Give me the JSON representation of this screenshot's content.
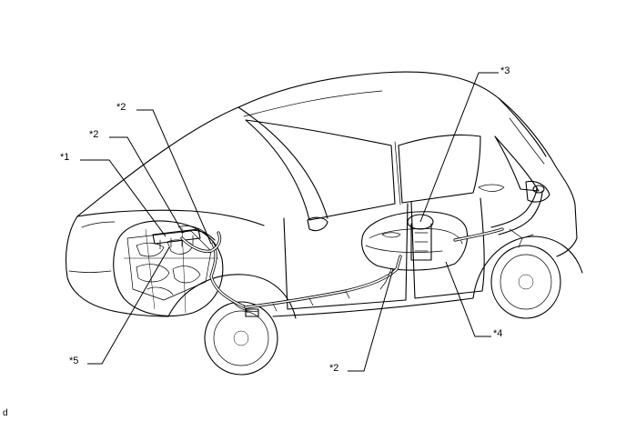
{
  "callouts": [
    {
      "id": "c1",
      "label": "*1"
    },
    {
      "id": "c2a",
      "label": "*2"
    },
    {
      "id": "c2b",
      "label": "*2"
    },
    {
      "id": "c2c",
      "label": "*2"
    },
    {
      "id": "c3",
      "label": "*3"
    },
    {
      "id": "c4",
      "label": "*4"
    },
    {
      "id": "c5",
      "label": "*5"
    }
  ],
  "corner_code": "d"
}
